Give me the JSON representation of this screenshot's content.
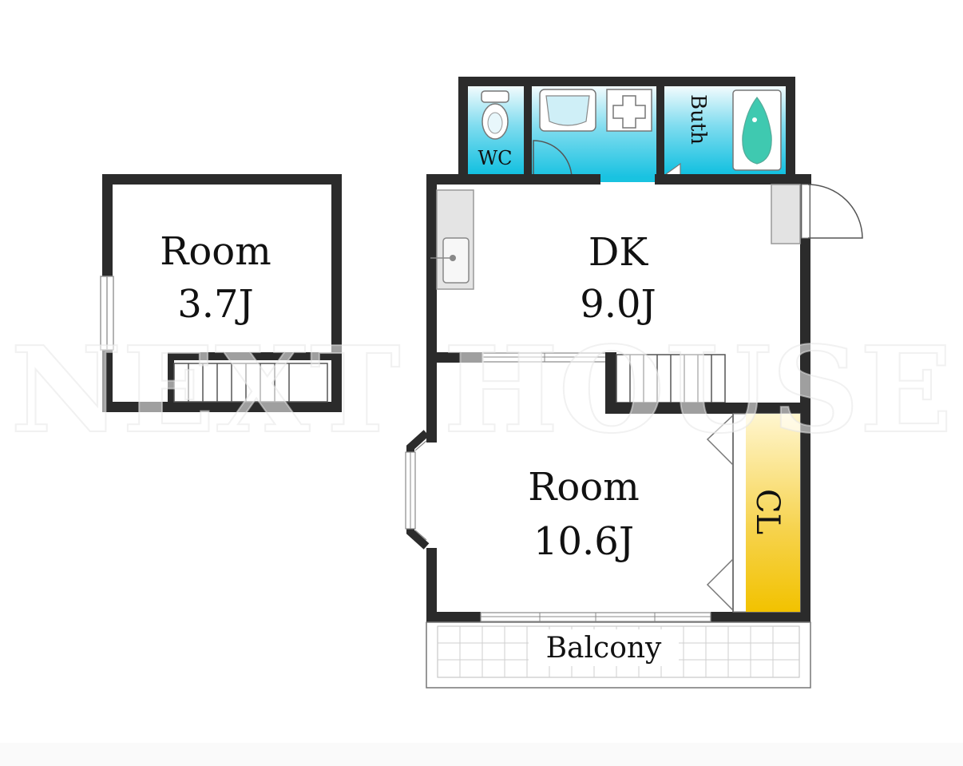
{
  "rooms": {
    "loft": {
      "name": "Room",
      "size": "3.7J"
    },
    "dk": {
      "name": "DK",
      "size": "9.0J"
    },
    "main": {
      "name": "Room",
      "size": "10.6J"
    }
  },
  "labels": {
    "wc": "WC",
    "bath": "Buth",
    "closet": "CL",
    "balcony": "Balcony"
  },
  "watermark": "NEXT HOUSE",
  "colors": {
    "wall": "#2b2b2b",
    "wet_area": "#19c3e0",
    "closet": "#f5c500",
    "fixture": "#d9d9d9"
  }
}
